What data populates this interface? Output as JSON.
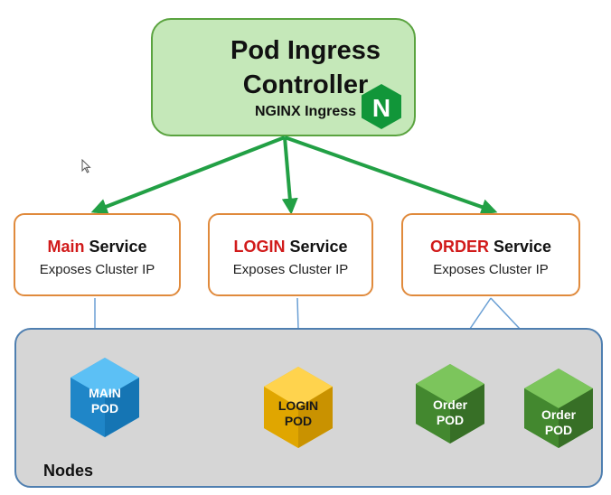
{
  "controller": {
    "title_line1": "Pod Ingress",
    "title_line2": "Controller",
    "subtitle": "NGINX Ingress",
    "logo_letter": "N"
  },
  "services": [
    {
      "accent": "Main",
      "rest": " Service",
      "sub": "Exposes Cluster IP"
    },
    {
      "accent": "LOGIN",
      "rest": " Service",
      "sub": "Exposes Cluster IP"
    },
    {
      "accent": "ORDER",
      "rest": " Service",
      "sub": "Exposes Cluster IP"
    }
  ],
  "nodes": {
    "label": "Nodes"
  },
  "pods": [
    {
      "line1": "MAIN",
      "line2": "POD"
    },
    {
      "line1": "LOGIN",
      "line2": "POD"
    },
    {
      "line1": "Order",
      "line2": "POD"
    },
    {
      "line1": "Order",
      "line2": "POD"
    }
  ],
  "colors": {
    "controller_fill": "#c5e8b9",
    "controller_border": "#5aa33f",
    "arrow_green": "#22a045",
    "service_border": "#e08a3c",
    "accent_red": "#d11a1a",
    "nodes_fill": "#d6d6d6",
    "nodes_border": "#4f7fb0",
    "arrow_blue": "#6a9fd4",
    "main_pod": "#2f9fe0",
    "login_pod": "#f0b800",
    "order_pod": "#4f9a38"
  }
}
